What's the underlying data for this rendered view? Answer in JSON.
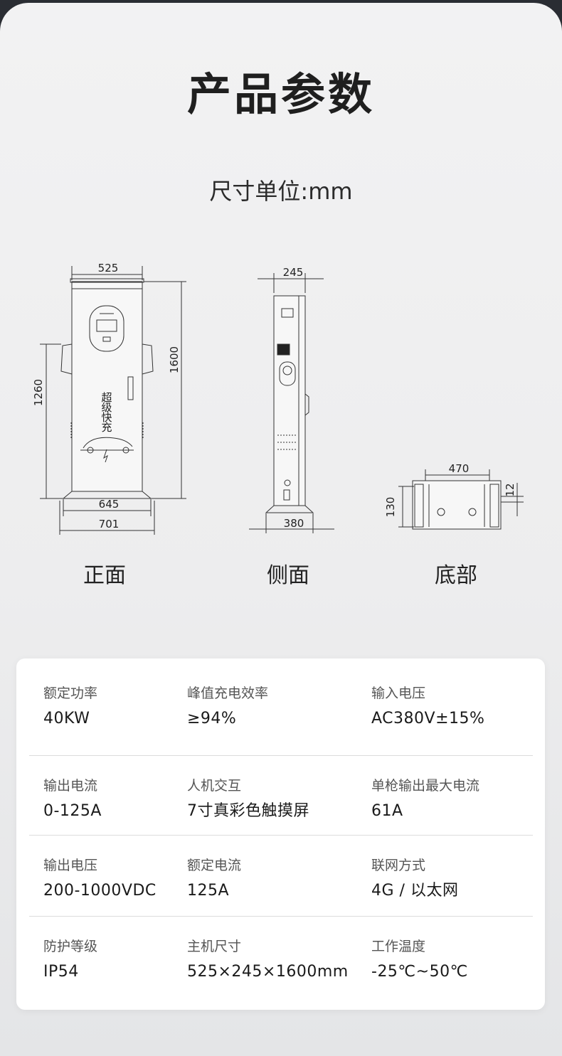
{
  "header": {
    "title": "产品参数",
    "unit": "尺寸单位:mm"
  },
  "drawings": {
    "front": {
      "label": "正面",
      "width_dim": "525",
      "height_dim": "1600",
      "post_dim": "1260",
      "base_top_dim": "645",
      "base_bottom_dim": "701",
      "emblem_text": [
        "超",
        "级",
        "快",
        "充"
      ]
    },
    "side": {
      "label": "侧面",
      "depth_dim": "245",
      "base_dim": "380"
    },
    "bottom": {
      "label": "底部",
      "width_dim": "470",
      "depth_dim": "130",
      "gap_dim": "12"
    }
  },
  "specs": [
    [
      {
        "label": "额定功率",
        "value": "40KW"
      },
      {
        "label": "峰值充电效率",
        "value": "≥94%"
      },
      {
        "label": "输入电压",
        "value": "AC380V±15%"
      }
    ],
    [
      {
        "label": "输出电流",
        "value": "0-125A"
      },
      {
        "label": "人机交互",
        "value": "7寸真彩色触摸屏"
      },
      {
        "label": "单枪输出最大电流",
        "value": "61A"
      }
    ],
    [
      {
        "label": "输出电压",
        "value": "200-1000VDC"
      },
      {
        "label": "额定电流",
        "value": "125A"
      },
      {
        "label": "联网方式",
        "value": "4G / 以太网"
      }
    ],
    [
      {
        "label": "防护等级",
        "value": "IP54"
      },
      {
        "label": "主机尺寸",
        "value": "525×245×1600mm"
      },
      {
        "label": "工作温度",
        "value": "-25℃~50℃"
      }
    ]
  ]
}
